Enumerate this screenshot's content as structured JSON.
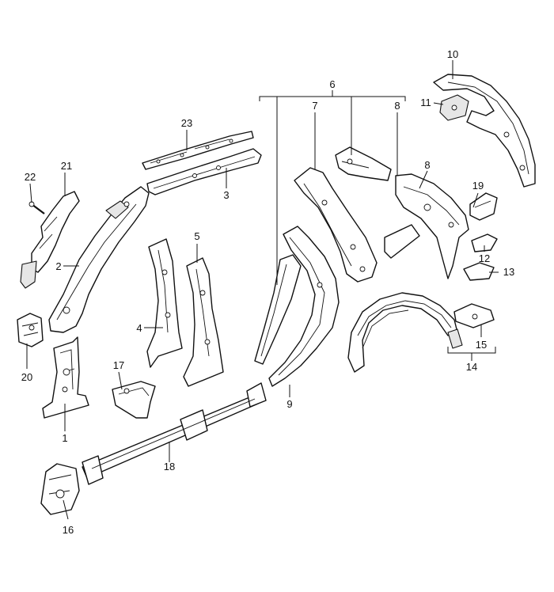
{
  "callouts": [
    {
      "id": "c1",
      "text": "1"
    },
    {
      "id": "c2",
      "text": "2"
    },
    {
      "id": "c3",
      "text": "3"
    },
    {
      "id": "c4",
      "text": "4"
    },
    {
      "id": "c5",
      "text": "5"
    },
    {
      "id": "c6",
      "text": "6"
    },
    {
      "id": "c7",
      "text": "7"
    },
    {
      "id": "c8a",
      "text": "8"
    },
    {
      "id": "c8b",
      "text": "8"
    },
    {
      "id": "c9",
      "text": "9"
    },
    {
      "id": "c10",
      "text": "10"
    },
    {
      "id": "c11",
      "text": "11"
    },
    {
      "id": "c12",
      "text": "12"
    },
    {
      "id": "c13",
      "text": "13"
    },
    {
      "id": "c14",
      "text": "14"
    },
    {
      "id": "c15",
      "text": "15"
    },
    {
      "id": "c16",
      "text": "16"
    },
    {
      "id": "c17",
      "text": "17"
    },
    {
      "id": "c18",
      "text": "18"
    },
    {
      "id": "c19",
      "text": "19"
    },
    {
      "id": "c20",
      "text": "20"
    },
    {
      "id": "c21",
      "text": "21"
    },
    {
      "id": "c22",
      "text": "22"
    },
    {
      "id": "c23",
      "text": "23"
    }
  ]
}
